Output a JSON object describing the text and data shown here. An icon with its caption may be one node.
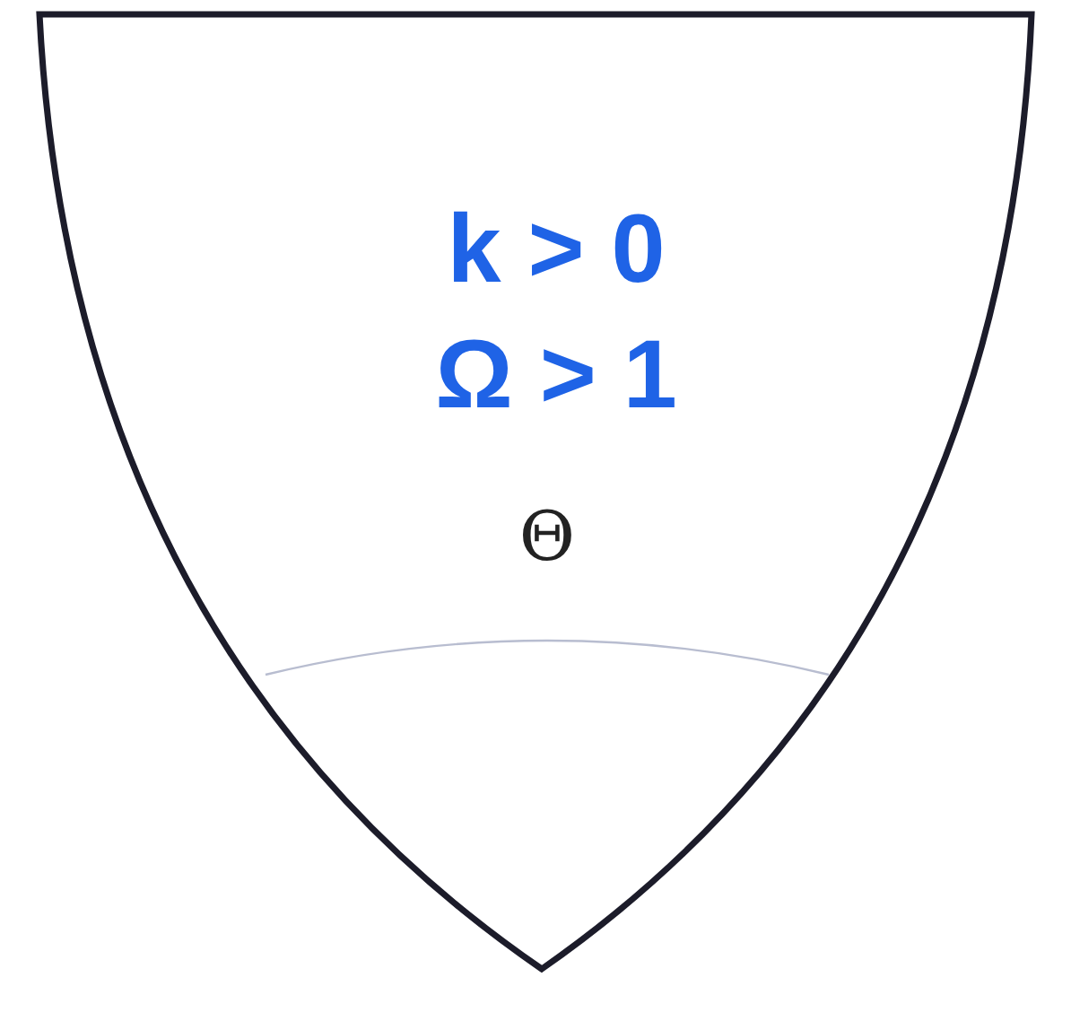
{
  "diagram": {
    "labels": [
      "k > 0",
      "Ω > 1",
      "Θ"
    ]
  }
}
